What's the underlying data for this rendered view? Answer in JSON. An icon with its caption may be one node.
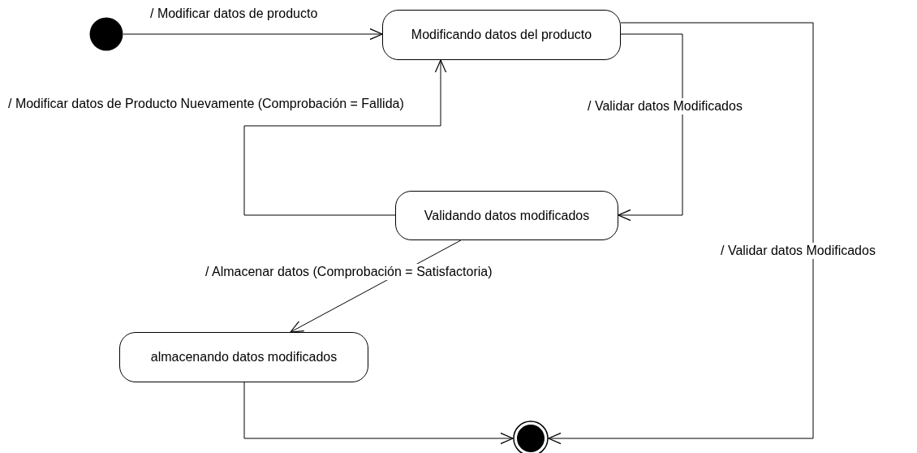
{
  "diagram": {
    "nodes": [
      {
        "text": [],
        "shape": "circle"
      },
      {
        "text": [
          "Modificando datos del producto"
        ]
      },
      {
        "text": [
          "Validando datos modificados"
        ]
      },
      {
        "text": [
          "almacenando datos modificados"
        ]
      },
      {
        "text": [],
        "shape": "circle"
      }
    ],
    "edges": [
      {
        "from": 0,
        "to": 1,
        "arrow": "to",
        "label": "/ Modificar datos de producto"
      },
      {
        "from": 1,
        "to": 2,
        "arrow": "to",
        "label": "/ Validar datos Modificados"
      },
      {
        "from": 2,
        "to": 1,
        "arrow": "to",
        "label": "/ Modificar datos de Producto Nuevamente (Comprobación = Fallida)"
      },
      {
        "from": 2,
        "to": 3,
        "arrow": "to",
        "label": "/ Almacenar datos (Comprobación = Satisfactoria)"
      },
      {
        "from": 1,
        "to": 4,
        "arrow": "to",
        "label": "/ Validar datos Modificados"
      },
      {
        "from": 3,
        "to": 4,
        "arrow": "to"
      }
    ]
  }
}
